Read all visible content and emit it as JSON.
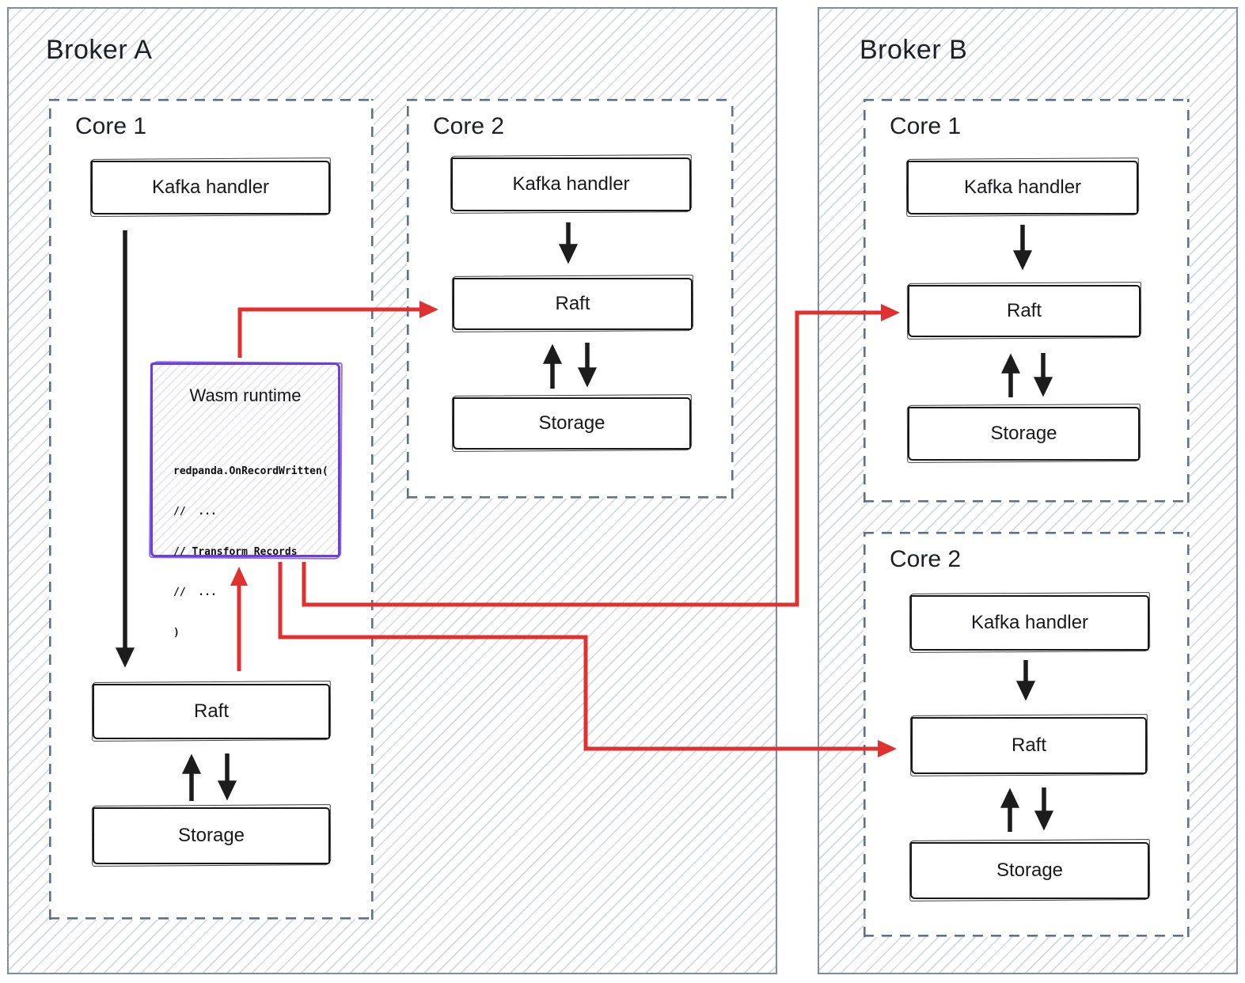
{
  "diagram": {
    "brokers": [
      {
        "title": "Broker A",
        "cores": [
          {
            "label": "Core 1",
            "components": [
              "Kafka handler",
              "Raft",
              "Storage"
            ]
          },
          {
            "label": "Core 2",
            "components": [
              "Kafka handler",
              "Raft",
              "Storage"
            ]
          }
        ]
      },
      {
        "title": "Broker B",
        "cores": [
          {
            "label": "Core 1",
            "components": [
              "Kafka handler",
              "Raft",
              "Storage"
            ]
          },
          {
            "label": "Core 2",
            "components": [
              "Kafka handler",
              "Raft",
              "Storage"
            ]
          }
        ]
      }
    ],
    "wasm": {
      "title": "Wasm runtime",
      "code_lines": [
        "redpanda.OnRecordWritten(",
        "//  ...",
        "// Transform Records",
        "//  ...",
        ")"
      ]
    },
    "colors": {
      "flow_arrow_red": "#e03131",
      "wasm_border_purple": "#6b3fe4",
      "panel_border_slate": "#7e8ca2",
      "dashed_border": "#5f7189",
      "sketch_black": "#1c1c1c"
    }
  }
}
